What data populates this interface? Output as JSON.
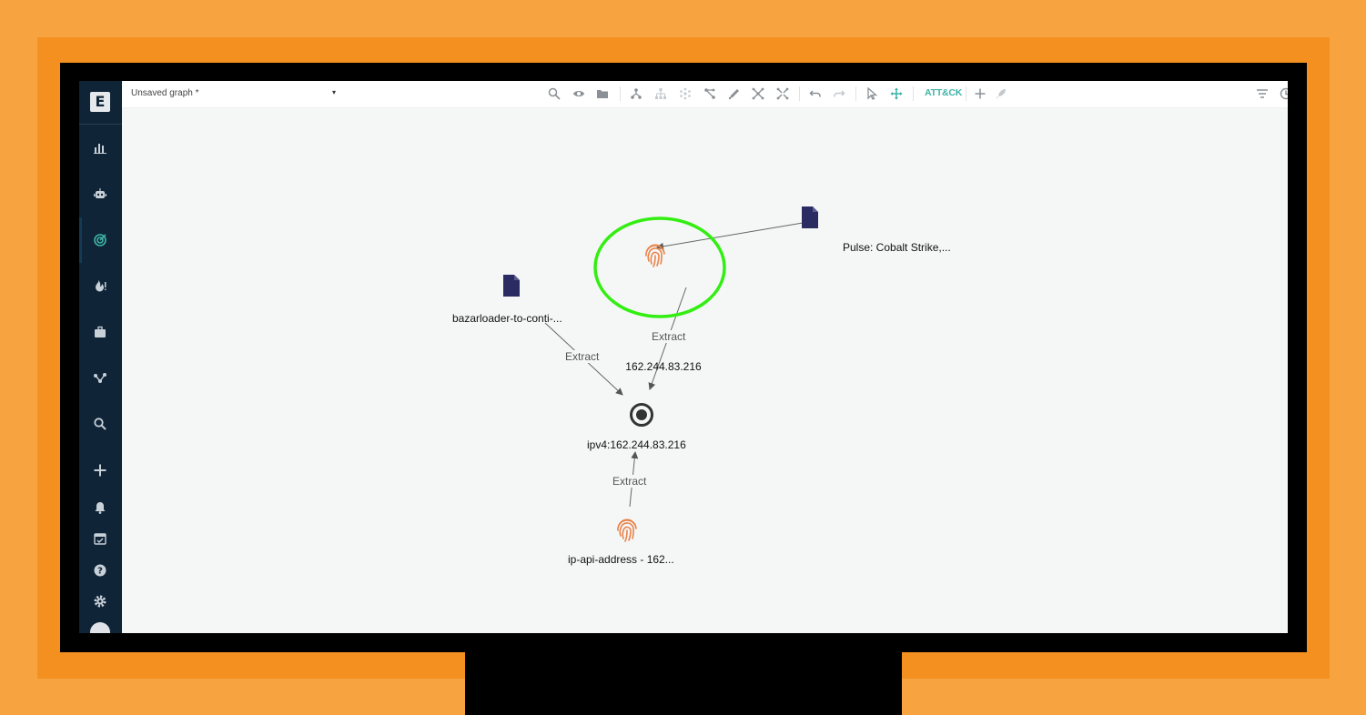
{
  "app": {
    "logo_letter": "E",
    "graph_title": "Unsaved graph *",
    "dropdown_caret": "▾",
    "attck_label": "ATT&CK"
  },
  "sidebar": {
    "items": [
      {
        "icon": "bar-chart-icon"
      },
      {
        "icon": "robot-icon"
      },
      {
        "icon": "radar-target-icon"
      },
      {
        "icon": "fire-alert-icon"
      },
      {
        "icon": "briefcase-icon"
      },
      {
        "icon": "graph-nodes-icon"
      },
      {
        "icon": "search-icon"
      },
      {
        "icon": "plus-icon"
      },
      {
        "icon": "bell-icon"
      },
      {
        "icon": "calendar-check-icon"
      },
      {
        "icon": "help-icon"
      },
      {
        "icon": "gear-icon"
      },
      {
        "icon": "user-avatar-icon"
      }
    ],
    "active_index": 2
  },
  "toolbar": {
    "icons": [
      "search-icon",
      "eye-icon",
      "folder-icon",
      "tree-layout-icon",
      "hierarchy-icon",
      "snowflake-icon",
      "select-relations-icon",
      "pen-icon",
      "expand-icon",
      "shrink-icon",
      "undo-icon",
      "redo-icon",
      "pointer-icon",
      "move-icon",
      "plus-icon",
      "rocket-icon",
      "filter-icon",
      "history-icon",
      "minimize-icon"
    ]
  },
  "graph": {
    "nodes": {
      "observable_ip": {
        "label": "162.244.83.216",
        "kind": "fingerprint",
        "highlighted": true
      },
      "pulse_report": {
        "label": "Pulse: Cobalt Strike,...",
        "kind": "report"
      },
      "bazar_report": {
        "label": "bazarloader-to-conti-...",
        "kind": "report"
      },
      "ipv4_indicator": {
        "label": "ipv4:162.244.83.216",
        "kind": "indicator"
      },
      "ip_api_observable": {
        "label": "ip-api-address - 162...",
        "kind": "fingerprint"
      }
    },
    "edges": {
      "bazar_to_ipv4": "Extract",
      "ip_to_ipv4": "Extract",
      "ipapi_to_ipv4": "Extract"
    }
  },
  "colors": {
    "sidebar_bg": "#0f2437",
    "accent_teal": "#3fb3a8",
    "observable_orange": "#e8834a",
    "report_navy": "#2b2b63",
    "highlight_green": "#33ee11",
    "frame_orange": "#f39020"
  }
}
